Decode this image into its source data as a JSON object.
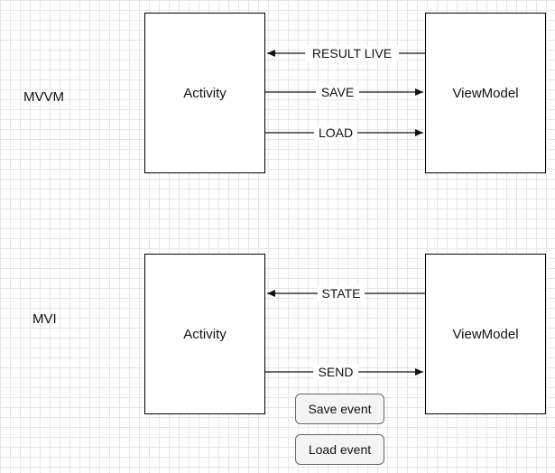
{
  "sections": {
    "mvvm": {
      "label": "MVVM",
      "left_box": "Activity",
      "right_box": "ViewModel",
      "arrows": [
        "RESULT LIVE",
        "SAVE",
        "LOAD"
      ]
    },
    "mvi": {
      "label": "MVI",
      "left_box": "Activity",
      "right_box": "ViewModel",
      "arrows": [
        "STATE",
        "SEND"
      ],
      "events": [
        "Save event",
        "Load event"
      ]
    }
  }
}
